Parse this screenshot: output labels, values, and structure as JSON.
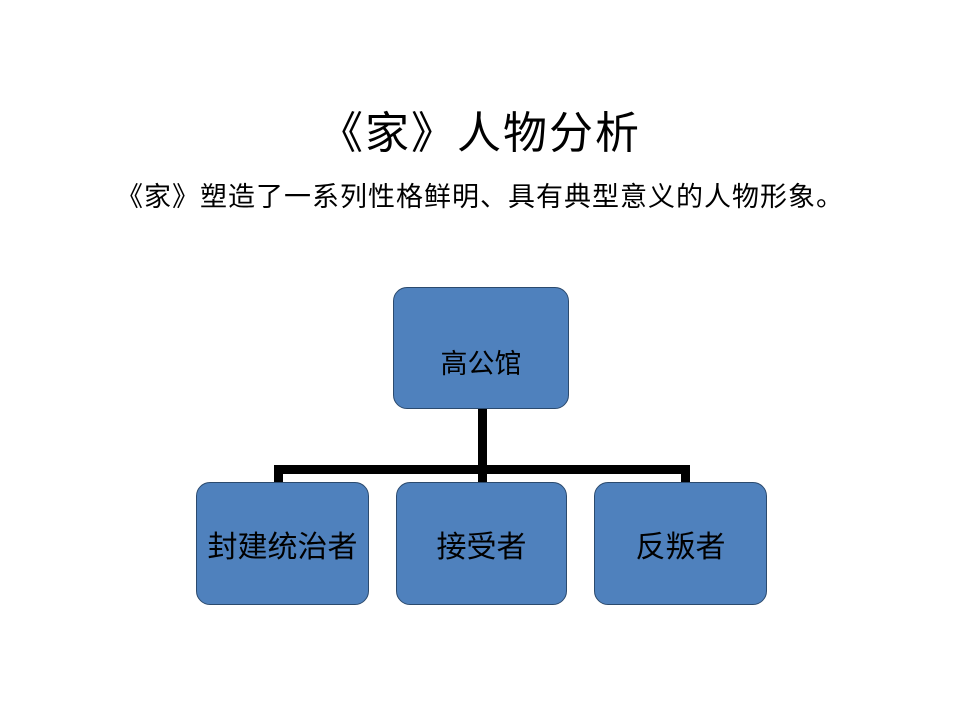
{
  "slide": {
    "background_color": "#FFFFFF",
    "title": "《家》人物分析",
    "subtitle": "《家》塑造了一系列性格鲜明、具有典型意义的人物形象。"
  },
  "orgchart": {
    "node_fill_color": "#4F81BD",
    "node_border_color": "#2B4A6E",
    "node_text_color": "#000000",
    "connector_color": "#000000",
    "root": {
      "label": "高公馆"
    },
    "children": [
      {
        "label": "封建统治者"
      },
      {
        "label": "接受者"
      },
      {
        "label": "反叛者"
      }
    ]
  }
}
